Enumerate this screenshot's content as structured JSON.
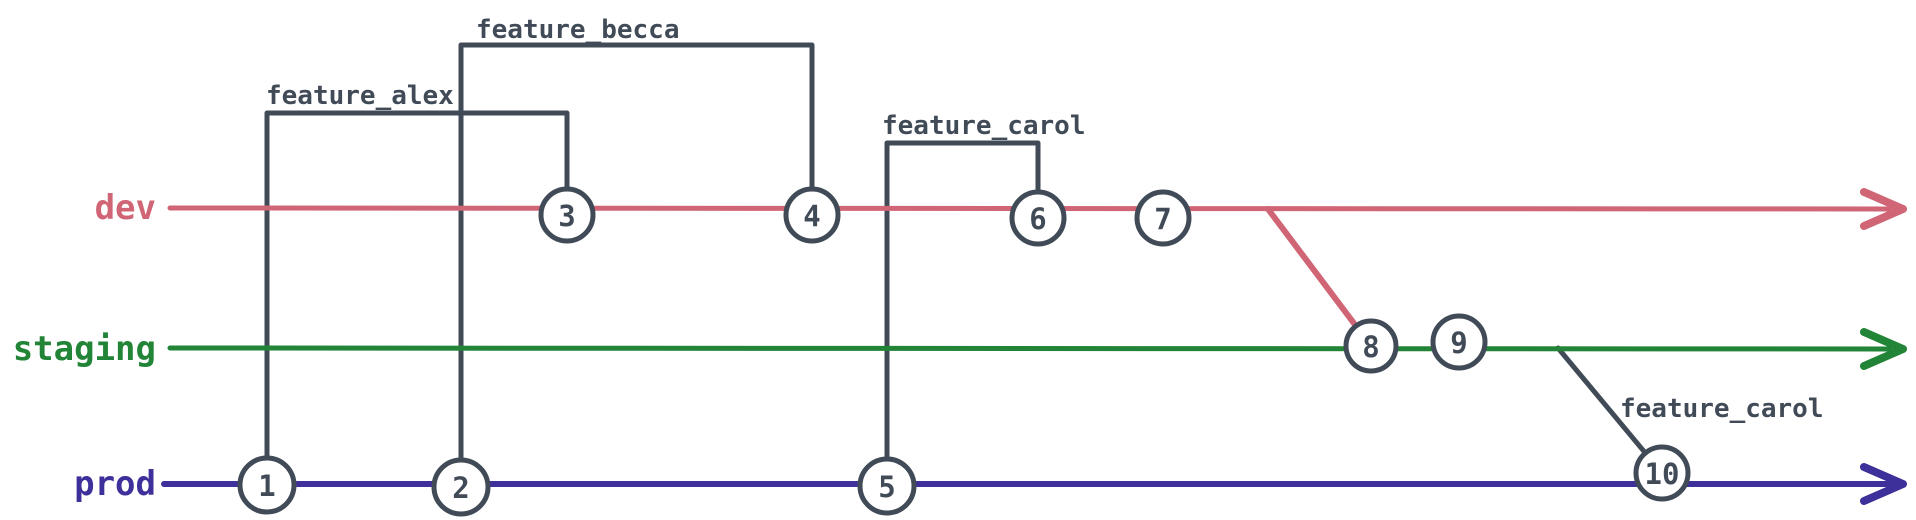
{
  "diagram": {
    "type": "git-branch-diagram",
    "colors": {
      "dev": "#d06576",
      "staging": "#218436",
      "prod": "#3e309b",
      "slate": "#414b57",
      "commit_fill": "#ffffff",
      "background": "#ffffff"
    },
    "branches": [
      {
        "label": "dev",
        "color": "#d06576"
      },
      {
        "label": "staging",
        "color": "#218436"
      },
      {
        "label": "prod",
        "color": "#3e309b"
      }
    ],
    "feature_branches": [
      {
        "label": "feature_alex",
        "from_commit": "1",
        "to_commit": "3"
      },
      {
        "label": "feature_becca",
        "from_commit": "2",
        "to_commit": "4"
      },
      {
        "label": "feature_carol",
        "from_commit": "5",
        "to_commit": "6"
      },
      {
        "label": "feature_carol",
        "from_branch": "staging",
        "to_commit": "10"
      }
    ],
    "merges": [
      {
        "from_branch": "dev",
        "to_branch": "staging",
        "at_commit": "8"
      }
    ],
    "commits": [
      {
        "label": "1",
        "branch": "prod"
      },
      {
        "label": "2",
        "branch": "prod"
      },
      {
        "label": "3",
        "branch": "dev"
      },
      {
        "label": "4",
        "branch": "dev"
      },
      {
        "label": "5",
        "branch": "prod"
      },
      {
        "label": "6",
        "branch": "dev"
      },
      {
        "label": "7",
        "branch": "dev"
      },
      {
        "label": "8",
        "branch": "staging"
      },
      {
        "label": "9",
        "branch": "staging"
      },
      {
        "label": "10",
        "branch": "prod"
      }
    ]
  }
}
